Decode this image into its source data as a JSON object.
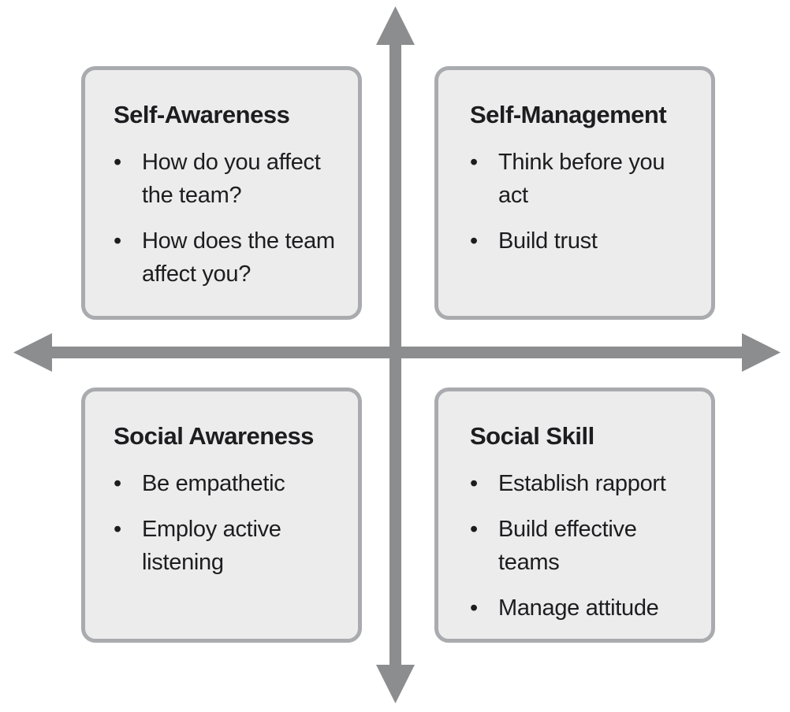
{
  "diagram": {
    "type": "quadrant-matrix",
    "colors": {
      "arrow": "#8b8d8f",
      "box_fill": "#ececed",
      "box_border": "#a9abae",
      "text": "#1d1d1f",
      "background": "#ffffff"
    },
    "bullet_glyph": "•",
    "quadrants": [
      {
        "position": "top-left",
        "title": "Self-Awareness",
        "bullets": [
          "How do you affect\nthe team?",
          "How does the team\naffect you?"
        ]
      },
      {
        "position": "top-right",
        "title": "Self-Management",
        "bullets": [
          "Think before you act",
          "Build trust"
        ]
      },
      {
        "position": "bottom-left",
        "title": "Social Awareness",
        "bullets": [
          "Be empathetic",
          "Employ active\nlistening"
        ]
      },
      {
        "position": "bottom-right",
        "title": "Social Skill",
        "bullets": [
          "Establish rapport",
          "Build effective\nteams",
          "Manage attitude"
        ]
      }
    ]
  }
}
